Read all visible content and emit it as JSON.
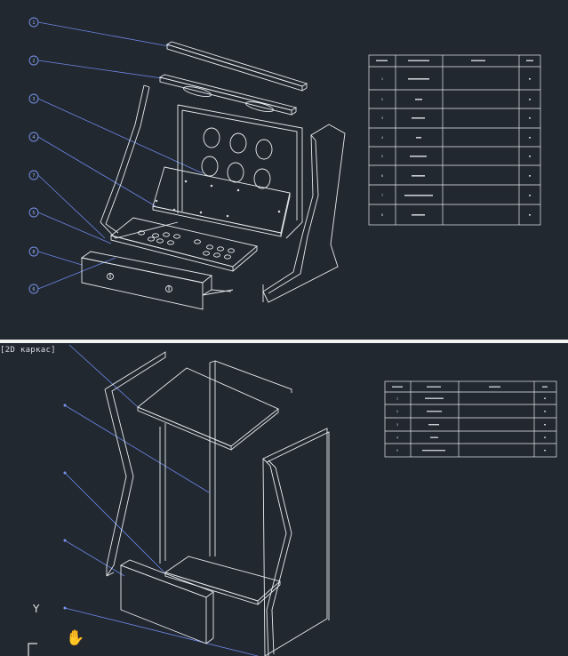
{
  "viewport_bottom": {
    "label": "[2D каркас]",
    "ucs_axis_y": "Y"
  },
  "icons": {
    "pan": "hand-pan-icon",
    "ucs": "ucs-axis-icon"
  },
  "colors": {
    "background": "#212830",
    "line": "#e8ecef",
    "leader": "#6e86e6",
    "divider": "#f2f2f2"
  },
  "table_top": {
    "rows": [
      {
        "num": "1"
      },
      {
        "num": "2"
      },
      {
        "num": "3"
      },
      {
        "num": "4"
      },
      {
        "num": "5"
      },
      {
        "num": "6"
      },
      {
        "num": "7"
      },
      {
        "num": "8"
      }
    ]
  },
  "table_bottom": {
    "rows": [
      {
        "num": "1"
      },
      {
        "num": "2"
      },
      {
        "num": "3"
      },
      {
        "num": "4"
      },
      {
        "num": "5"
      }
    ]
  }
}
